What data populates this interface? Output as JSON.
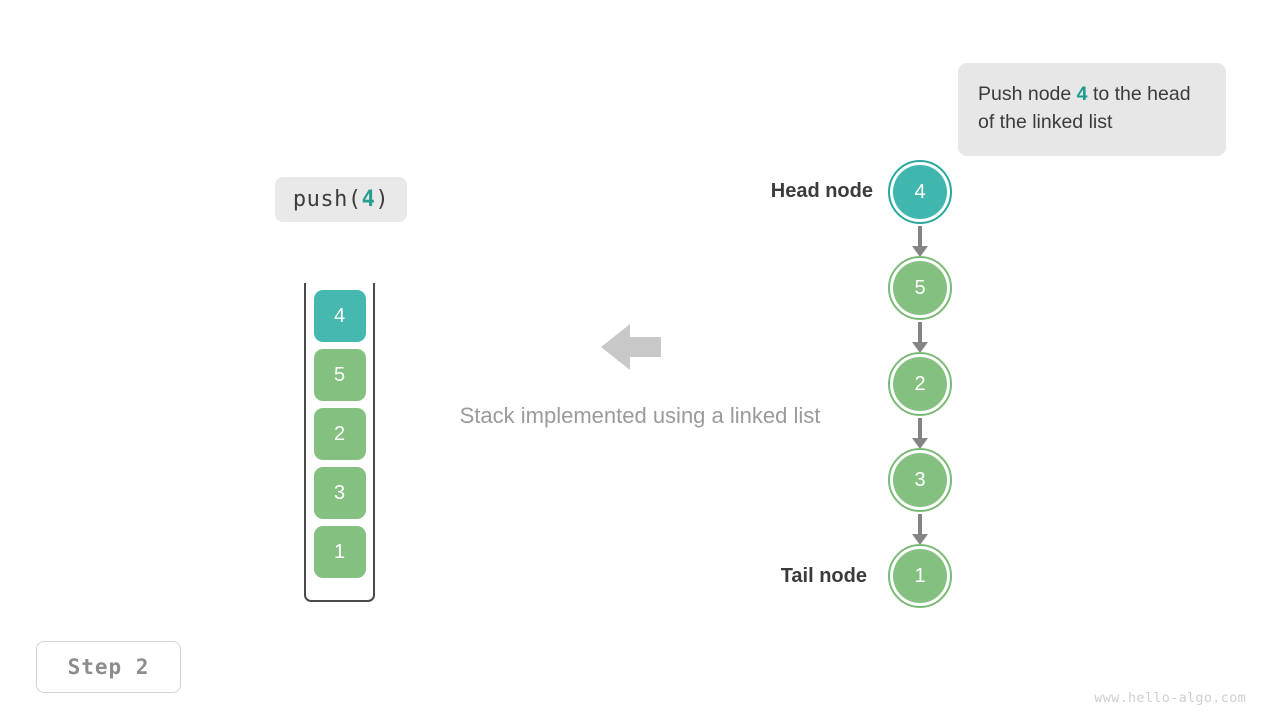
{
  "callout": {
    "text_before": "Push node ",
    "highlight": "4",
    "text_after": " to the head of the linked list"
  },
  "operation": {
    "name": "push",
    "open_paren": "(",
    "argument": "4",
    "close_paren": ")"
  },
  "stack": {
    "cells": [
      {
        "value": "4",
        "color": "#45b8b0",
        "state": "new"
      },
      {
        "value": "5",
        "color": "#84c080",
        "state": "existing"
      },
      {
        "value": "2",
        "color": "#84c080",
        "state": "existing"
      },
      {
        "value": "3",
        "color": "#84c080",
        "state": "existing"
      },
      {
        "value": "1",
        "color": "#84c080",
        "state": "existing"
      }
    ]
  },
  "center": {
    "caption": "Stack implemented using a linked list",
    "arrow_direction": "left",
    "arrow_color": "#c8c8c8"
  },
  "linked_list": {
    "head_label": "Head node",
    "tail_label": "Tail node",
    "nodes": [
      {
        "value": "4",
        "fill": "#3fb6ae",
        "ring": "#2ba7a0",
        "state": "new"
      },
      {
        "value": "5",
        "fill": "#84c080",
        "ring": "#7cba78",
        "state": "existing"
      },
      {
        "value": "2",
        "fill": "#84c080",
        "ring": "#7cba78",
        "state": "existing"
      },
      {
        "value": "3",
        "fill": "#84c080",
        "ring": "#7cba78",
        "state": "existing"
      },
      {
        "value": "1",
        "fill": "#84c080",
        "ring": "#7cba78",
        "state": "existing"
      }
    ],
    "link_color": "#858585"
  },
  "footer": {
    "step_label": "Step 2",
    "watermark": "www.hello-algo.com"
  },
  "palette": {
    "teal": "#45b8b0",
    "green": "#84c080",
    "highlight_text": "#1c9c8e",
    "panel_bg": "#e7e7e7",
    "muted_text": "#9a9a9a"
  }
}
